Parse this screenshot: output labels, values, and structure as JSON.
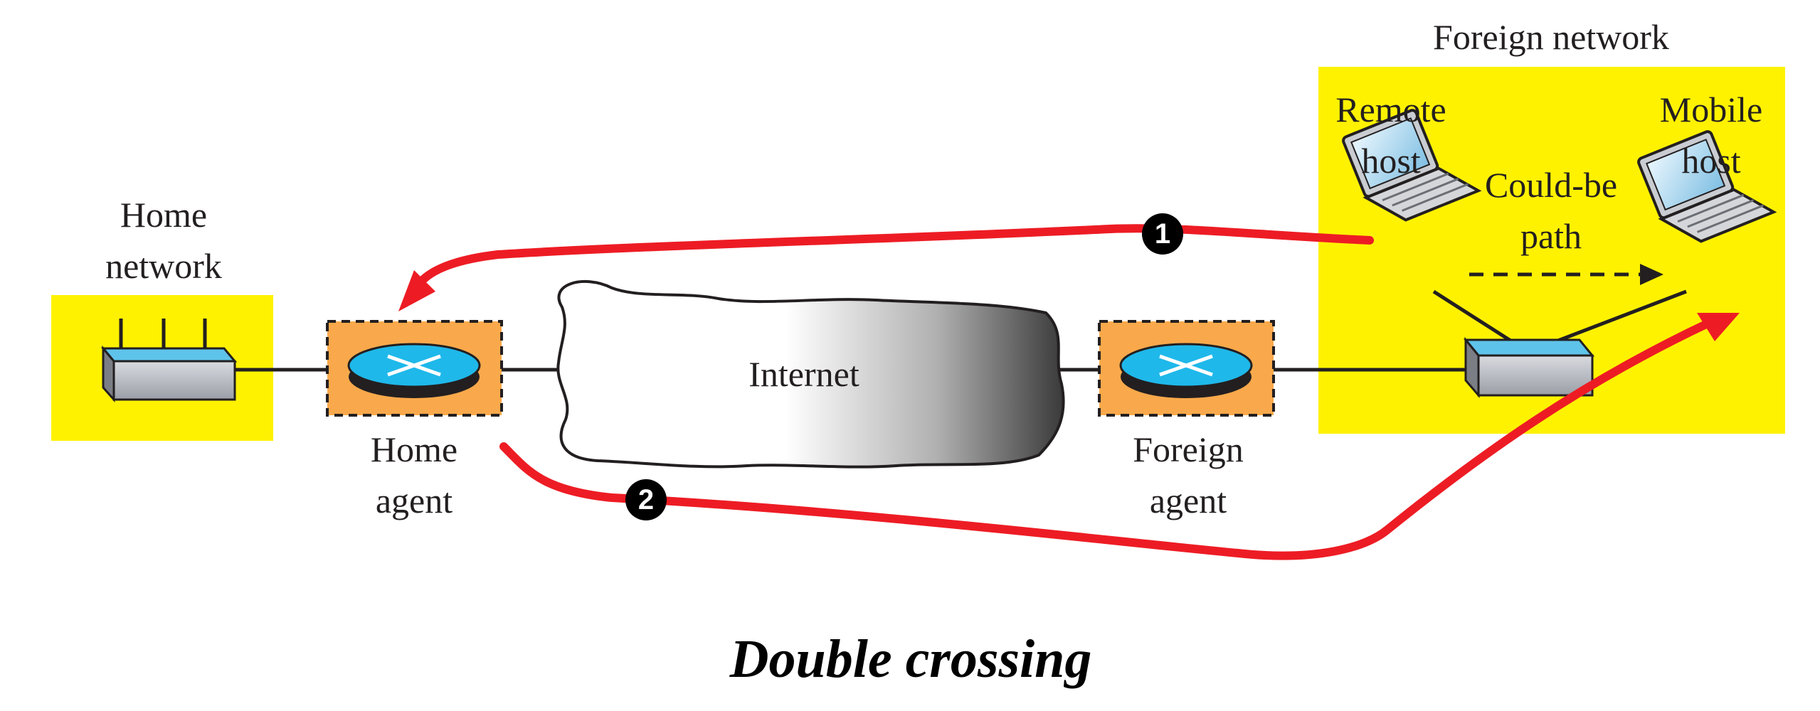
{
  "title": "Double crossing",
  "labels": {
    "home_network": "Home\nnetwork",
    "home_agent": "Home\nagent",
    "internet": "Internet",
    "foreign_agent": "Foreign\nagent",
    "foreign_network": "Foreign network",
    "remote_host": "Remote\nhost",
    "mobile_host": "Mobile\nhost",
    "could_be_path": "Could-be\npath"
  },
  "steps": [
    "1",
    "2"
  ],
  "colors": {
    "network_area": "#fff200",
    "agent_box": "#f9a94b",
    "router_top": "#1fb8ea",
    "path": "#ed1c24",
    "text": "#231f20"
  }
}
